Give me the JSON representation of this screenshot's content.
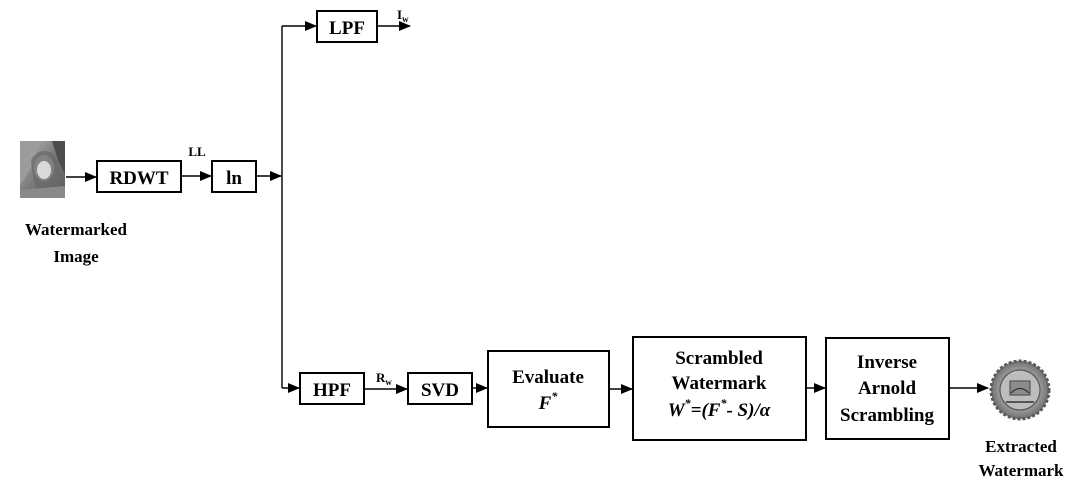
{
  "input": {
    "caption_line1": "Watermarked",
    "caption_line2": "Image"
  },
  "output": {
    "caption_line1": "Extracted",
    "caption_line2": "Watermark"
  },
  "blocks": {
    "rdwt": "RDWT",
    "ln": "ln",
    "lpf": "LPF",
    "hpf": "HPF",
    "svd": "SVD",
    "evaluate": {
      "line1": "Evaluate",
      "var": "F",
      "sup": "*"
    },
    "scrambled": {
      "line1": "Scrambled",
      "line2": "Watermark",
      "formula": {
        "w": "W",
        "sup1": "*",
        "eq": "=(F",
        "sup2": "*",
        "rest": "- S)/α"
      }
    },
    "inverse": {
      "line1": "Inverse",
      "line2": "Arnold",
      "line3": "Scrambling"
    }
  },
  "signals": {
    "ll": "LL",
    "iw": {
      "main": "I",
      "sub": "w"
    },
    "rw": {
      "main": "R",
      "sub": "w"
    }
  },
  "colors": {
    "stroke": "#000000",
    "background": "#ffffff"
  }
}
